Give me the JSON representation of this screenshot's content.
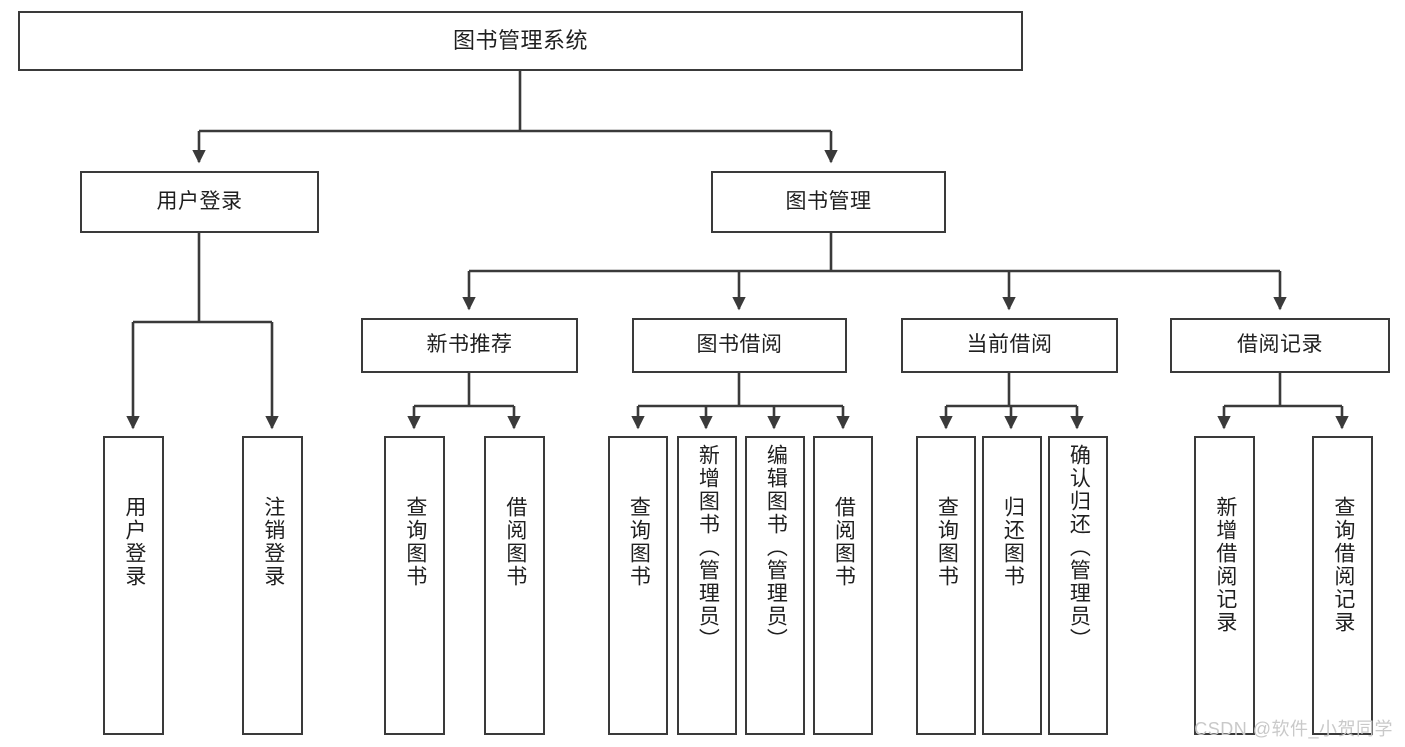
{
  "diagram": {
    "title": "图书管理系统",
    "type": "tree-hierarchy",
    "nodes": {
      "root": {
        "label": "图书管理系统"
      },
      "level2": [
        {
          "id": "user-login",
          "label": "用户登录"
        },
        {
          "id": "book-manage",
          "label": "图书管理"
        }
      ],
      "level3": [
        {
          "id": "new-book-recommend",
          "label": "新书推荐"
        },
        {
          "id": "book-borrow",
          "label": "图书借阅"
        },
        {
          "id": "current-borrow",
          "label": "当前借阅"
        },
        {
          "id": "borrow-record",
          "label": "借阅记录"
        }
      ],
      "leaves": {
        "user_login": [
          {
            "id": "leaf-user-login",
            "label": "用户登录"
          },
          {
            "id": "leaf-logout",
            "label": "注销登录"
          }
        ],
        "new_book_recommend": [
          {
            "id": "leaf-query-book-1",
            "label": "查询图书"
          },
          {
            "id": "leaf-borrow-book-1",
            "label": "借阅图书"
          }
        ],
        "book_borrow": [
          {
            "id": "leaf-query-book-2",
            "label": "查询图书"
          },
          {
            "id": "leaf-add-book",
            "label": "新增图书（管理员）"
          },
          {
            "id": "leaf-edit-book",
            "label": "编辑图书（管理员）"
          },
          {
            "id": "leaf-borrow-book-2",
            "label": "借阅图书"
          }
        ],
        "current_borrow": [
          {
            "id": "leaf-query-book-3",
            "label": "查询图书"
          },
          {
            "id": "leaf-return-book",
            "label": "归还图书"
          },
          {
            "id": "leaf-confirm-return",
            "label": "确认归还（管理员）"
          }
        ],
        "borrow_record": [
          {
            "id": "leaf-add-record",
            "label": "新增借阅记录"
          },
          {
            "id": "leaf-query-record",
            "label": "查询借阅记录"
          }
        ]
      }
    },
    "colors": {
      "stroke": "#3a3a3a",
      "fill": "#ffffff",
      "text": "#1f1f1f",
      "watermark": "#c9c9c9"
    }
  },
  "watermark": {
    "text": "CSDN @软件_小贺同学"
  }
}
